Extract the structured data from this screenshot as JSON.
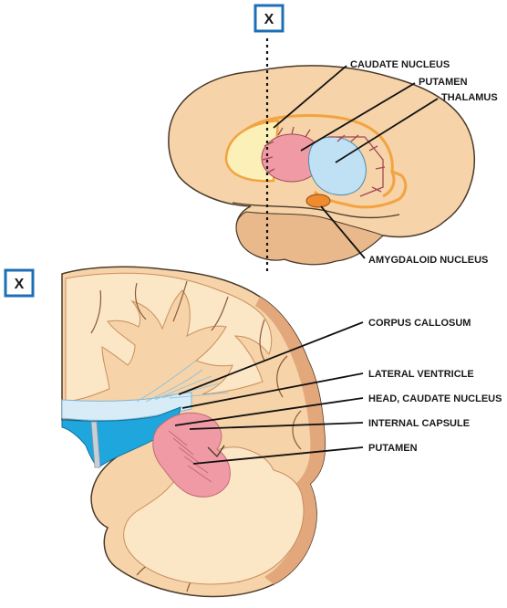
{
  "section_markers": {
    "top": "X",
    "bottom": "X"
  },
  "labels": {
    "caudate_nucleus": "CAUDATE NUCLEUS",
    "putamen_top": "PUTAMEN",
    "thalamus": "THALAMUS",
    "amygdaloid_nucleus": "AMYGDALOID NUCLEUS",
    "corpus_callosum": "CORPUS CALLOSUM",
    "lateral_ventricle": "LATERAL VENTRICLE",
    "head_caudate_nucleus": "HEAD, CAUDATE NUCLEUS",
    "internal_capsule": "INTERNAL CAPSULE",
    "putamen_bottom": "PUTAMEN"
  },
  "colors": {
    "brain_tissue": "#f6d3a8",
    "brain_outline": "#4a3a2a",
    "gray_matter_shade": "#e2a77b",
    "white_matter": "#fbe6c6",
    "basal_ganglia": "#ef9aa4",
    "thalamus": "#bfe1f3",
    "ventricle": "#1ea6dd",
    "amygdala": "#ef8b2e",
    "marker_border": "#1c6fb5"
  }
}
